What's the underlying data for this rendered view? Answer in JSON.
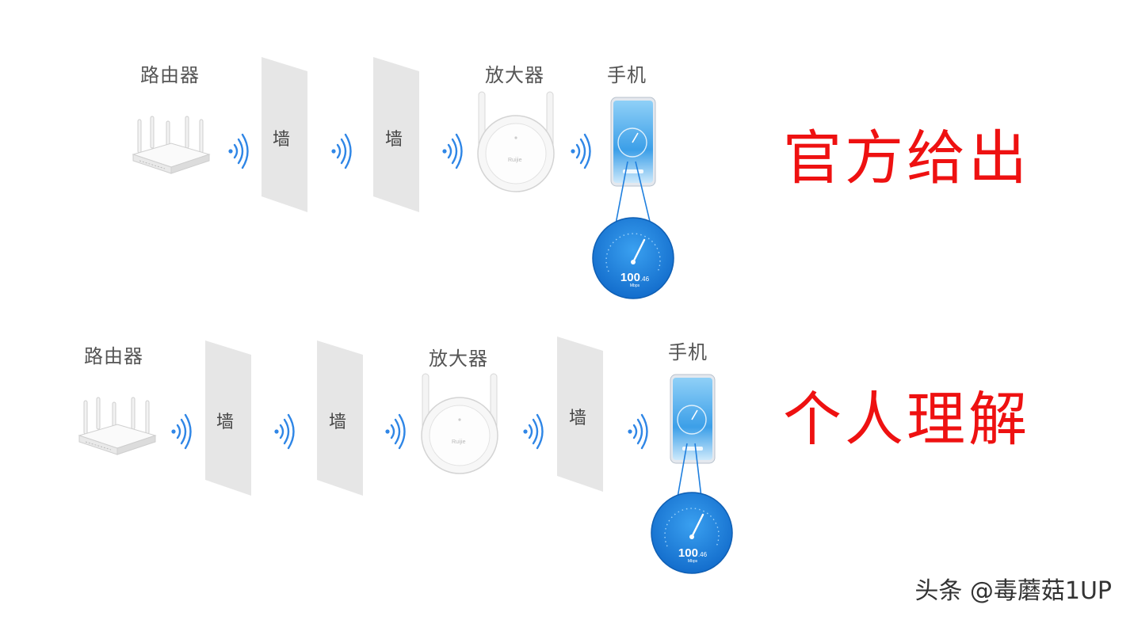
{
  "diagram_top": {
    "labels": {
      "router": "路由器",
      "extender": "放大器",
      "phone": "手机"
    },
    "walls": [
      "墙",
      "墙"
    ],
    "caption": "官方给出",
    "speed_value": "100",
    "speed_decimal": ".46",
    "speed_unit": "Mbps"
  },
  "diagram_bottom": {
    "labels": {
      "router": "路由器",
      "extender": "放大器",
      "phone": "手机"
    },
    "walls": [
      "墙",
      "墙",
      "墙"
    ],
    "caption": "个人理解",
    "speed_value": "100",
    "speed_decimal": ".46",
    "speed_unit": "Mbps"
  },
  "brand_logo_text": "Ruijie",
  "watermark": "头条 @毒蘑菇1UP",
  "colors": {
    "caption_red": "#ee1111",
    "wave_blue": "#2f86e6",
    "wall_gray": "#e6e6e6",
    "gauge_blue": "#1f7fde"
  }
}
